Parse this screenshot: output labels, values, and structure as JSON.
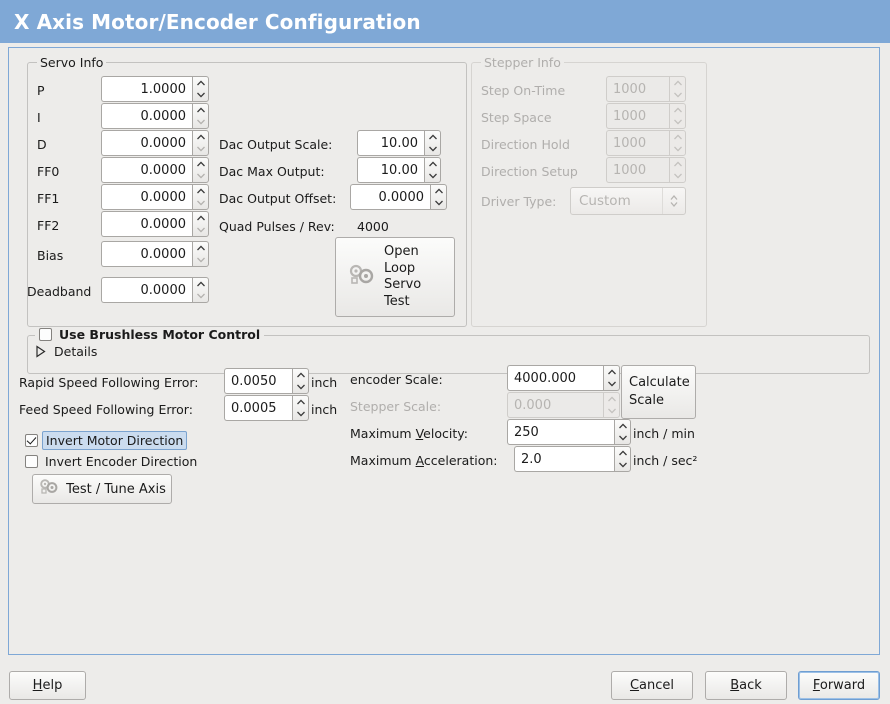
{
  "window": {
    "title": "X Axis Motor/Encoder Configuration",
    "title_bg": "#7fa8d6",
    "frame_border": "#7fa8d6",
    "background": "#edecea"
  },
  "servo_info": {
    "legend": "Servo Info",
    "rows": [
      {
        "label": "P",
        "value": "1.0000",
        "enabled": true
      },
      {
        "label": "I",
        "value": "0.0000",
        "enabled": true
      },
      {
        "label": "D",
        "value": "0.0000",
        "enabled": true
      },
      {
        "label": "FF0",
        "value": "0.0000",
        "enabled": true
      },
      {
        "label": "FF1",
        "value": "0.0000",
        "enabled": true
      },
      {
        "label": "FF2",
        "value": "0.0000",
        "enabled": true
      },
      {
        "label": "Bias",
        "value": "0.0000",
        "enabled": true
      },
      {
        "label": "Deadband",
        "value": "0.0000",
        "enabled": true
      }
    ],
    "dac": [
      {
        "label": "Dac Output Scale:",
        "value": "10.00"
      },
      {
        "label": "Dac Max Output:",
        "value": "10.00"
      },
      {
        "label": "Dac Output Offset:",
        "value": "0.0000"
      }
    ],
    "quad_pulses_label": "Quad Pulses / Rev:",
    "quad_pulses_value": "4000",
    "open_loop_button": "Open\nLoop\nServo\nTest",
    "open_loop_lines": [
      "Open",
      "Loop",
      "Servo",
      "Test"
    ]
  },
  "stepper_info": {
    "legend": "Stepper Info",
    "enabled": false,
    "rows": [
      {
        "label": "Step On-Time",
        "value": "1000"
      },
      {
        "label": "Step Space",
        "value": "1000"
      },
      {
        "label": "Direction Hold",
        "value": "1000"
      },
      {
        "label": "Direction Setup",
        "value": "1000"
      }
    ],
    "driver_type_label": "Driver Type:",
    "driver_type_value": "Custom"
  },
  "brushless": {
    "checkbox_label": "Use Brushless Motor Control",
    "checked": false,
    "details_label": "Details",
    "details_expanded": false
  },
  "tuning": {
    "rapid_following_error": {
      "label": "Rapid Speed Following Error:",
      "value": "0.0050",
      "unit": "inch"
    },
    "feed_following_error": {
      "label": "Feed Speed Following Error:",
      "value": "0.0005",
      "unit": "inch"
    },
    "invert_motor": {
      "label": "Invert Motor Direction",
      "checked": true,
      "focused": true
    },
    "invert_encoder": {
      "label": "Invert Encoder Direction",
      "checked": false,
      "focused": false
    },
    "test_tune_button": "Test / Tune Axis"
  },
  "scales": {
    "encoder_scale": {
      "label": "encoder Scale:",
      "value": "4000.000",
      "enabled": true
    },
    "stepper_scale": {
      "label": "Stepper Scale:",
      "value": "0.000",
      "enabled": false
    },
    "max_velocity": {
      "label_pre": "Maximum ",
      "label_mnemonic": "V",
      "label_post": "elocity:",
      "value": "250",
      "unit": "inch / min"
    },
    "max_acceleration": {
      "label_pre": "Maximum ",
      "label_mnemonic": "A",
      "label_post": "cceleration:",
      "value": "2.0",
      "unit": "inch / sec²"
    },
    "calculate_button_lines": [
      "Calculate",
      "Scale"
    ]
  },
  "footer": {
    "help": {
      "pre": "",
      "mnemonic": "H",
      "post": "elp"
    },
    "cancel": {
      "pre": "",
      "mnemonic": "C",
      "post": "ancel"
    },
    "back": {
      "pre": "",
      "mnemonic": "B",
      "post": "ack"
    },
    "forward": {
      "pre": "",
      "mnemonic": "F",
      "post": "orward",
      "focused": true
    }
  },
  "icons": {
    "gears": "gears-icon",
    "spin_up": "chevron-up-icon",
    "spin_down": "chevron-down-icon",
    "combo_arrows": "updown-arrows-icon",
    "disclosure": "triangle-right-icon"
  }
}
